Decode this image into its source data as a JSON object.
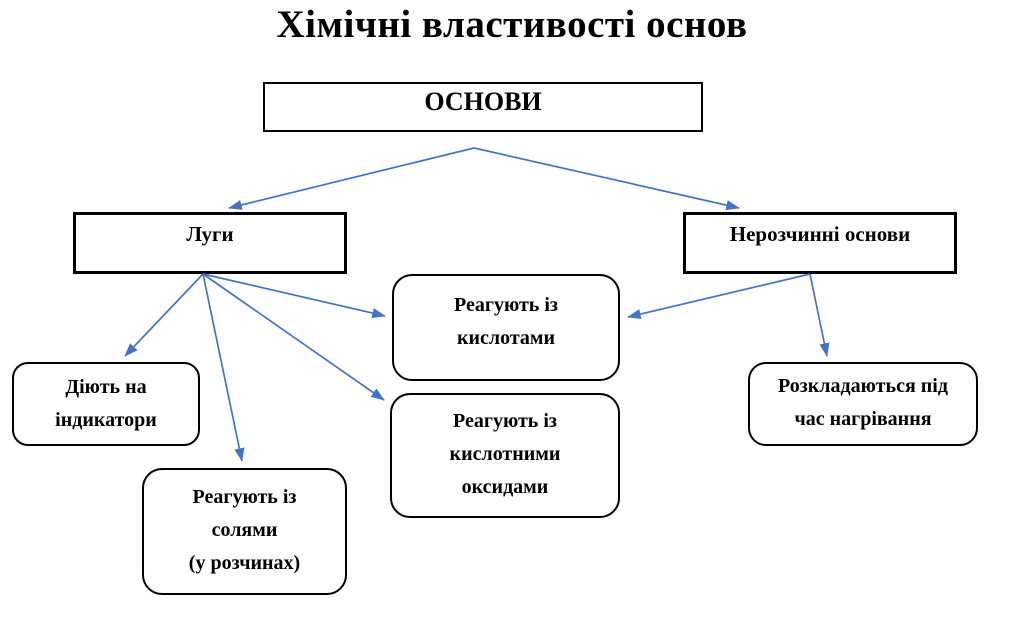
{
  "title": "Хімічні властивості основ",
  "colors": {
    "arrow": "#4472C4",
    "border": "#000000",
    "background": "#ffffff"
  },
  "nodes": {
    "osnovy": {
      "label": "ОСНОВИ"
    },
    "luhy": {
      "label": "Луги"
    },
    "nerozchynni": {
      "label": "Нерозчинні основи"
    },
    "diyut": {
      "lines": [
        "Діють на",
        "індикатори"
      ]
    },
    "soli": {
      "lines": [
        "Реагують із",
        "солями",
        "(у розчинах)"
      ]
    },
    "kysloty": {
      "lines": [
        "Реагують із",
        "кислотами"
      ]
    },
    "oksydy": {
      "lines": [
        "Реагують із",
        "кислотними",
        "оксидами"
      ]
    },
    "rozklad": {
      "lines": [
        "Розкладаються під",
        "час нагрівання"
      ]
    }
  },
  "edges": [
    {
      "from": "osnovy",
      "to": "luhy"
    },
    {
      "from": "osnovy",
      "to": "nerozchynni"
    },
    {
      "from": "luhy",
      "to": "diyut"
    },
    {
      "from": "luhy",
      "to": "soli"
    },
    {
      "from": "luhy",
      "to": "kysloty"
    },
    {
      "from": "luhy",
      "to": "oksydy"
    },
    {
      "from": "nerozchynni",
      "to": "kysloty"
    },
    {
      "from": "nerozchynni",
      "to": "rozklad"
    }
  ]
}
